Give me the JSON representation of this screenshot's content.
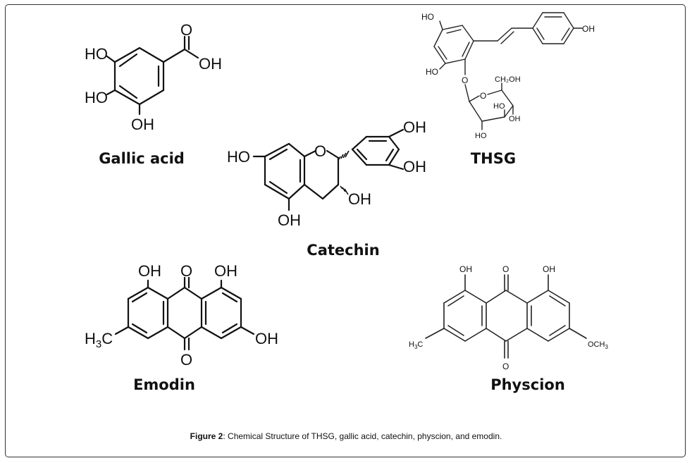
{
  "labels": {
    "gallic": "Gallic acid",
    "thsg": "THSG",
    "catechin": "Catechin",
    "emodin": "Emodin",
    "physcion": "Physcion"
  },
  "gallic": {
    "o": "O",
    "cooh": "OH",
    "ho1": "HO",
    "ho2": "HO",
    "ho3": "OH"
  },
  "thsg": {
    "ho_top": "HO",
    "ho_left": "HO",
    "oh_right": "OH",
    "o_link": "O",
    "o_ring": "O",
    "ch2oh": "CH₂OH",
    "ho_sugar": "HO",
    "oh_sugar": "OH",
    "ho_bottom": "HO"
  },
  "catechin": {
    "o": "O",
    "ho_left": "HO",
    "ho_bottom": "OH",
    "oh3": "OH",
    "oh4p": "OH",
    "oh3p": "OH"
  },
  "emodin": {
    "oh_left": "OH",
    "o_top": "O",
    "oh_right": "OH",
    "o_bottom": "O",
    "oh_ring": "OH",
    "methyl_h": "H",
    "methyl_sub": "3",
    "methyl_c": "C"
  },
  "physcion": {
    "oh_left": "OH",
    "o_top": "O",
    "oh_right": "OH",
    "o_bottom": "O",
    "methyl_h": "H",
    "methyl_sub": "3",
    "methyl_c": "C",
    "methoxy_main": "OCH",
    "methoxy_sub": "3"
  },
  "caption": {
    "prefix": "Figure 2",
    "text": ": Chemical Structure of THSG, gallic acid, catechin, physcion, and emodin."
  }
}
